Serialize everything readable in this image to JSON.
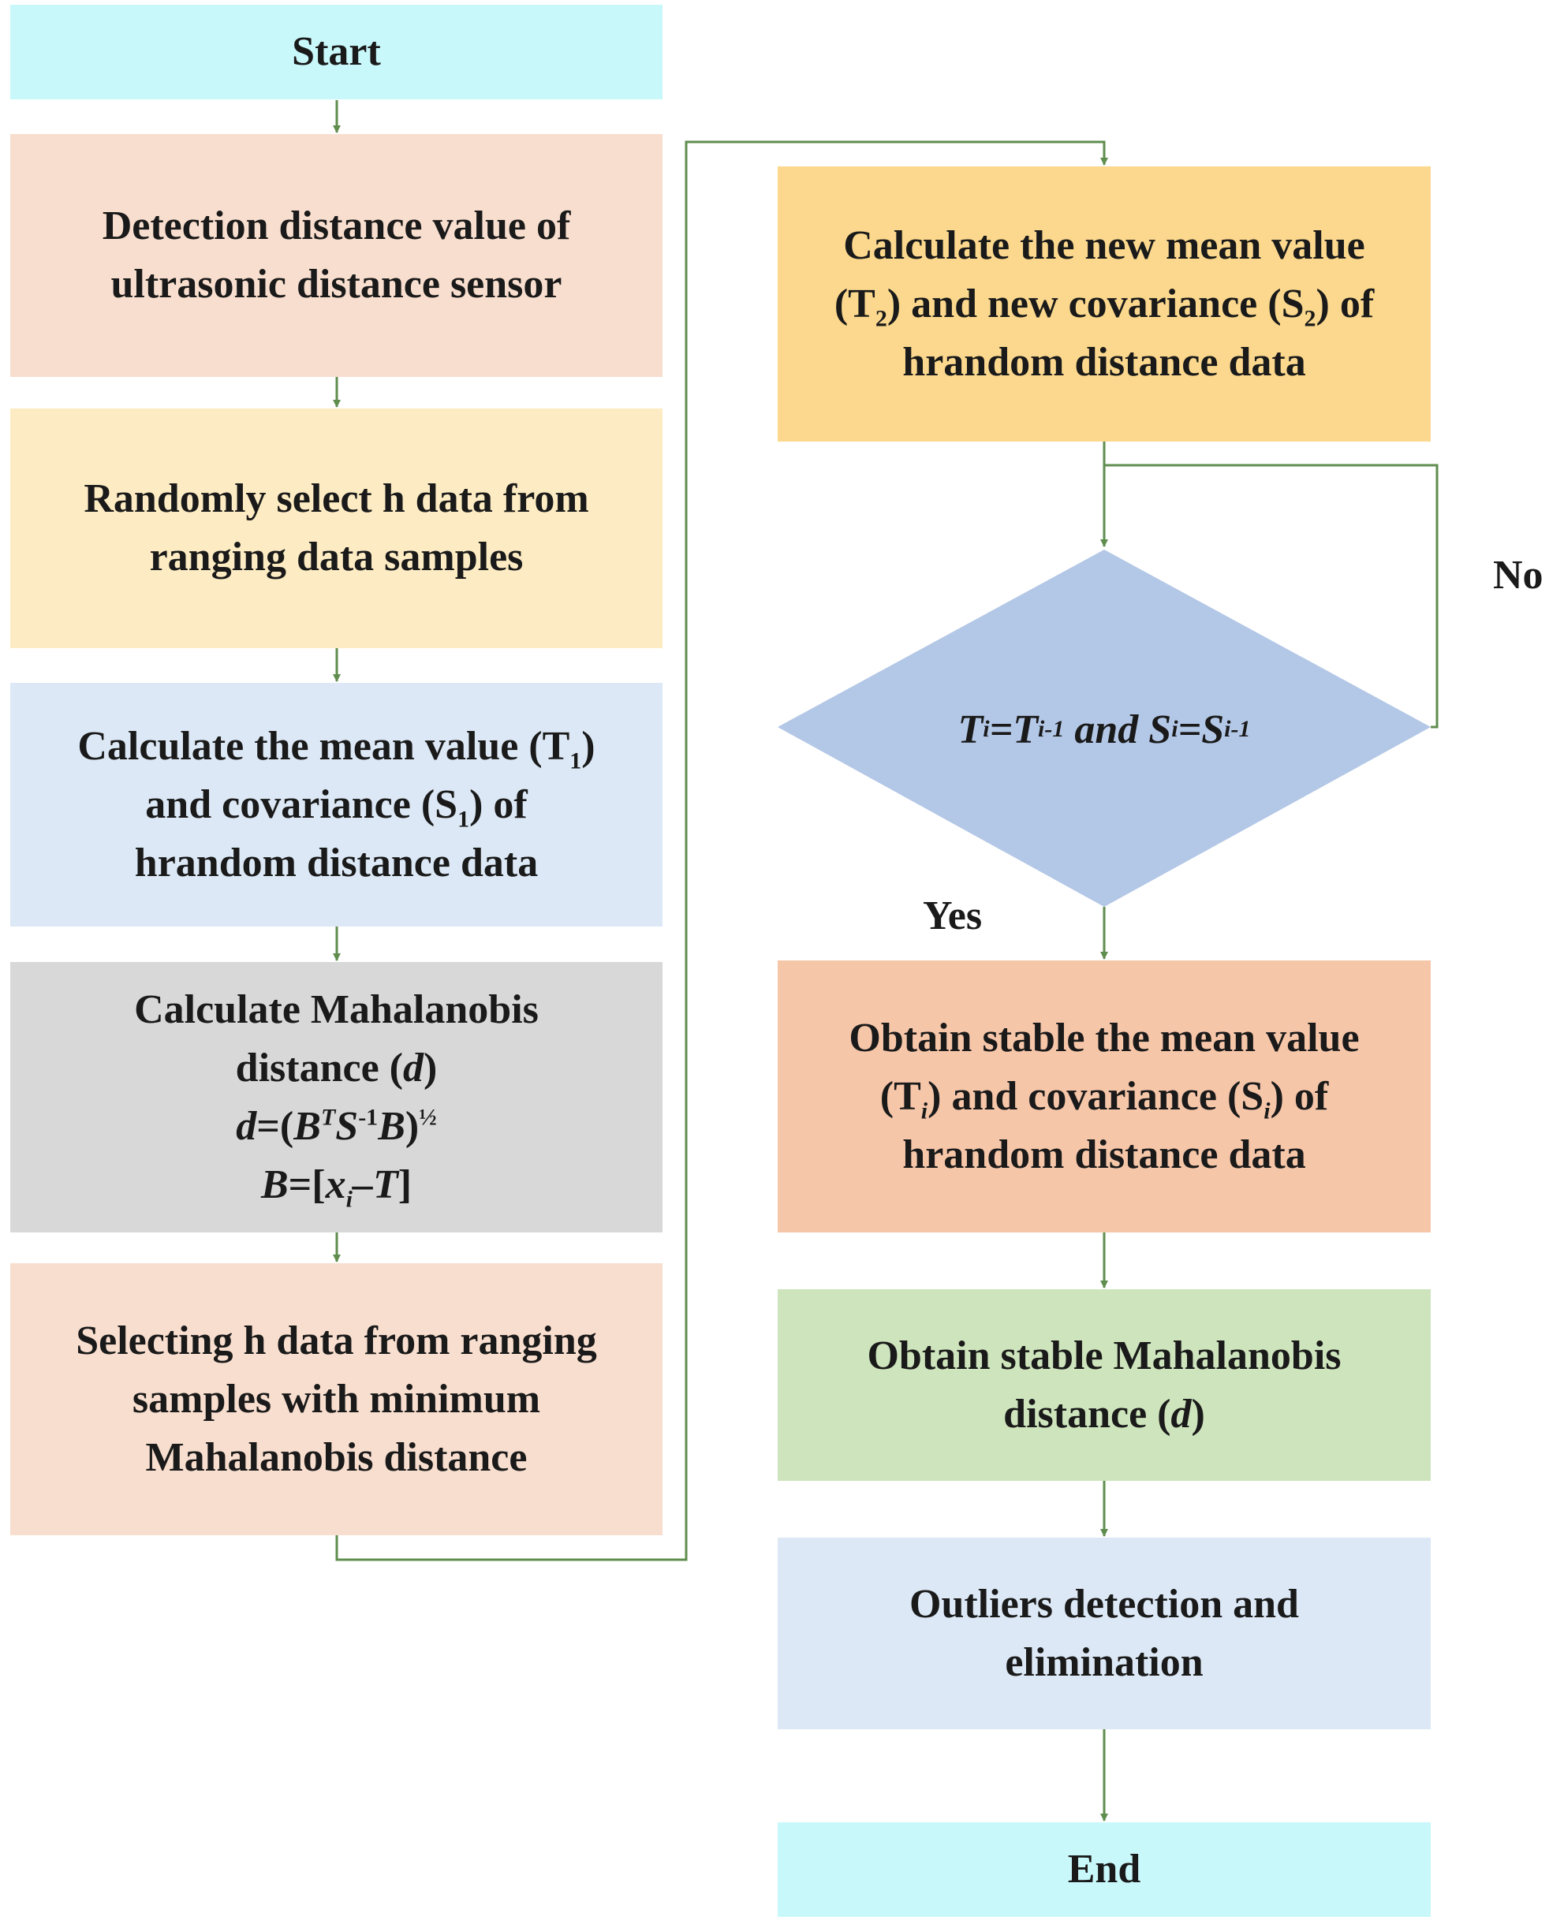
{
  "colors": {
    "connector": "#5f8d4e",
    "start_end": "#c9f8fb",
    "peach": "#f8dece",
    "light_yellow": "#fdecc3",
    "light_blue": "#dce8f5",
    "gray": "#d8d8d8",
    "orange_yellow": "#fbd88d",
    "diamond_blue": "#b3c7e6",
    "salmon": "#f6c6a9",
    "green": "#cde4bc"
  },
  "nodes": {
    "start": {
      "label": "Start"
    },
    "detection": {
      "line1": "Detection distance value of",
      "line2": "ultrasonic distance sensor"
    },
    "random_select": {
      "line1": "Randomly select h data from",
      "line2": "ranging data samples"
    },
    "calc_mean1": {
      "l1_text": "Calculate the mean value (T",
      "l1_sub": "1",
      "l1_end": ")",
      "l2_text": "and covariance (S",
      "l2_sub": "1",
      "l2_end": ") of",
      "l3": "hrandom distance data"
    },
    "mahalanobis": {
      "line1": "Calculate Mahalanobis",
      "line2_text": "distance (",
      "line2_var": "d",
      "line2_end": ")",
      "f1_d": "d",
      "f1_eq": "=(",
      "f1_B": "B",
      "f1_T": "T",
      "f1_S": "S",
      "f1_inv": "-1",
      "f1_B2": "B",
      "f1_close": ")",
      "f1_half": "½",
      "f2_B": "B",
      "f2_eq": "=[",
      "f2_x": "x",
      "f2_i": "i",
      "f2_minus": "–",
      "f2_T": "T",
      "f2_close": "]"
    },
    "select_min": {
      "line1": "Selecting h data from ranging",
      "line2": "samples with minimum",
      "line3": "Mahalanobis distance"
    },
    "calc_mean2": {
      "line1": "Calculate the new mean value",
      "l2_open": "(T",
      "l2_sub1": "2",
      "l2_mid": ") and new covariance (S",
      "l2_sub2": "2",
      "l2_end": ") of",
      "line3": "hrandom distance data"
    },
    "decision": {
      "t": "T",
      "ti": "i",
      "eq1": "=T",
      "tim1": "i-1",
      "and": " and S",
      "si": "i",
      "eq2": "=S",
      "sim1": "i-1"
    },
    "stable_mean": {
      "line1": "Obtain stable the mean value",
      "l2_open": "(T",
      "l2_sub1": "i",
      "l2_mid": ") and covariance (S",
      "l2_sub2": "i",
      "l2_end": ") of",
      "line3": "hrandom distance data"
    },
    "stable_mahal": {
      "line1": "Obtain stable Mahalanobis",
      "line2_text": "distance (",
      "line2_var": "d",
      "line2_end": ")"
    },
    "outliers": {
      "line1": "Outliers detection and",
      "line2": "elimination"
    },
    "end": {
      "label": "End"
    }
  },
  "edge_labels": {
    "no": "No",
    "yes": "Yes"
  }
}
